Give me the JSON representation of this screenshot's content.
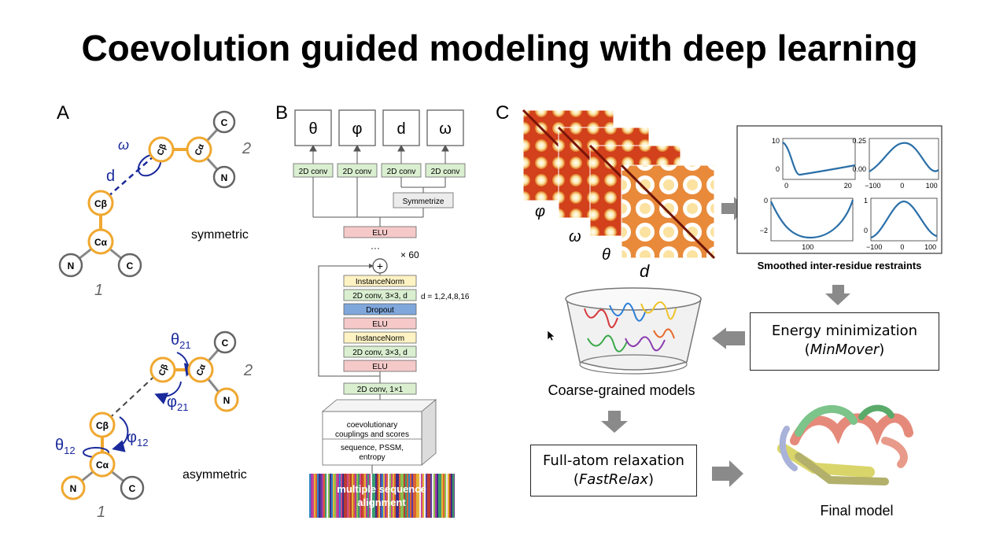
{
  "title": "Coevolution guided modeling with deep learning",
  "panels": {
    "a": {
      "letter": "A",
      "symmetric": {
        "atoms": [
          "N",
          "Cα",
          "C",
          "Cβ",
          "Cβ",
          "Cα",
          "N",
          "C"
        ],
        "omega": "ω",
        "d": "d",
        "label": "symmetric",
        "res1": "1",
        "res2": "2"
      },
      "asymmetric": {
        "atoms": [
          "N",
          "Cα",
          "C",
          "Cβ",
          "Cβ",
          "Cα",
          "N",
          "C"
        ],
        "theta21": "θ",
        "theta21_sub": "21",
        "phi21": "φ",
        "phi21_sub": "21",
        "theta12": "θ",
        "theta12_sub": "12",
        "phi12": "φ",
        "phi12_sub": "12",
        "label": "asymmetric",
        "res1": "1",
        "res2": "2"
      }
    },
    "b": {
      "letter": "B",
      "outputs": [
        "θ",
        "φ",
        "d",
        "ω"
      ],
      "conv_heads": [
        "2D conv",
        "2D conv",
        "2D conv",
        "2D conv"
      ],
      "symmetrize": "Symmetrize",
      "elu_top": "ELU",
      "dots": "···",
      "plus": "+",
      "repeat": "× 60",
      "block": [
        "InstanceNorm",
        "2D conv, 3×3, d",
        "Dropout",
        "ELU",
        "InstanceNorm",
        "2D conv, 3×3, d",
        "ELU"
      ],
      "dilation": "d = 1,2,4,8,16",
      "conv_bottom": "2D conv, 1×1",
      "feature_top": "coevolutionary couplings and scores",
      "feature_bottom": "sequence, PSSM, entropy",
      "msa": "multiple sequence alignment"
    },
    "c": {
      "letter": "C",
      "maps": [
        "φ",
        "ω",
        "θ",
        "d"
      ],
      "plots": [
        {
          "yticks": [
            "10",
            "0"
          ],
          "xticks": [
            "0",
            "20"
          ]
        },
        {
          "yticks": [
            "0.25",
            "0.00"
          ],
          "xticks": [
            "−100",
            "0",
            "100"
          ]
        },
        {
          "yticks": [
            "0",
            "−2"
          ],
          "xticks": [
            "100"
          ]
        },
        {
          "yticks": [
            "1",
            "0"
          ],
          "xticks": [
            "−100",
            "0",
            "100"
          ]
        }
      ],
      "restraints_caption": "Smoothed inter-residue restraints",
      "energy_title": "Energy minimization",
      "energy_sub": "(MinMover)",
      "coarse_caption": "Coarse-grained models",
      "fullatom_title": "Full-atom relaxation",
      "fullatom_sub": "(FastRelax)",
      "final_caption": "Final model"
    }
  },
  "colors": {
    "atom_outline": "#f0a830",
    "annotation": "#1a2a9c",
    "elu": "#f6c9c9",
    "conv": "#d9efd0",
    "dropout": "#7fa7dc",
    "norm": "#fff3c4",
    "arrow_gray": "#8a8a8a"
  }
}
